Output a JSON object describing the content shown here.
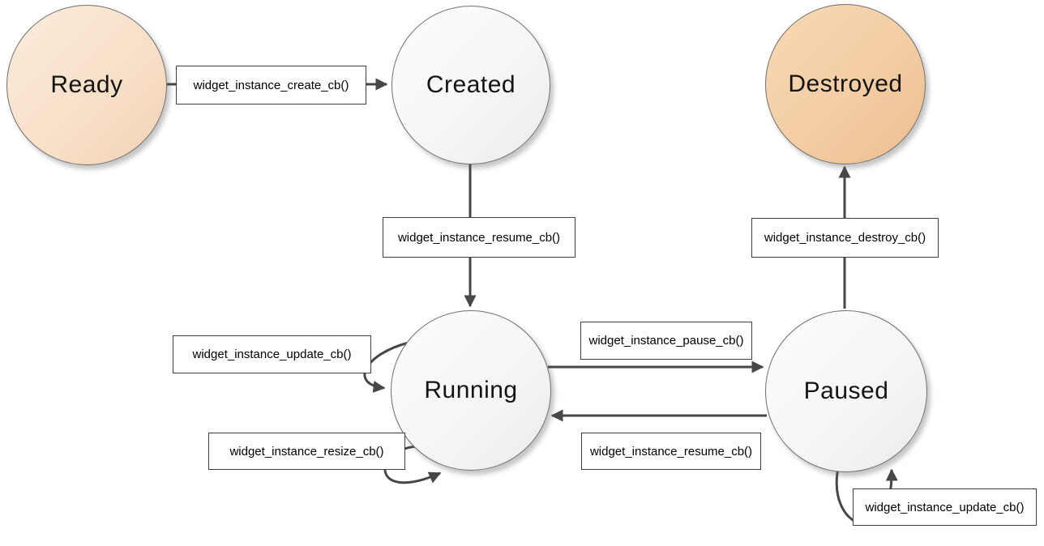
{
  "diagram_type": "state-machine",
  "states": [
    {
      "id": "ready",
      "label": "Ready",
      "fill_top": "#fcecdc",
      "fill_bottom": "#f2d2b4"
    },
    {
      "id": "created",
      "label": "Created",
      "fill_top": "#fdfdfd",
      "fill_bottom": "#ebebec"
    },
    {
      "id": "destroyed",
      "label": "Destroyed",
      "fill_top": "#f8d9b6",
      "fill_bottom": "#edbd90"
    },
    {
      "id": "running",
      "label": "Running",
      "fill_top": "#fdfdfd",
      "fill_bottom": "#ebebec"
    },
    {
      "id": "paused",
      "label": "Paused",
      "fill_top": "#fdfdfd",
      "fill_bottom": "#ebebec"
    }
  ],
  "transitions": [
    {
      "from": "Ready",
      "to": "Created",
      "label": "widget_instance_create_cb()"
    },
    {
      "from": "Created",
      "to": "Running",
      "label": "widget_instance_resume_cb()"
    },
    {
      "from": "Running",
      "to": "Running",
      "label": "widget_instance_update_cb()"
    },
    {
      "from": "Running",
      "to": "Running",
      "label": "widget_instance_resize_cb()"
    },
    {
      "from": "Running",
      "to": "Paused",
      "label": "widget_instance_pause_cb()"
    },
    {
      "from": "Paused",
      "to": "Running",
      "label": "widget_instance_resume_cb()"
    },
    {
      "from": "Paused",
      "to": "Destroyed",
      "label": "widget_instance_destroy_cb()"
    },
    {
      "from": "Paused",
      "to": "Paused",
      "label": "widget_instance_update_cb()"
    }
  ],
  "colors": {
    "arrow_stroke": "#474747",
    "box_border": "#3f3f3f",
    "circle_border": "#6f6f6f",
    "background": "#ffffff"
  }
}
